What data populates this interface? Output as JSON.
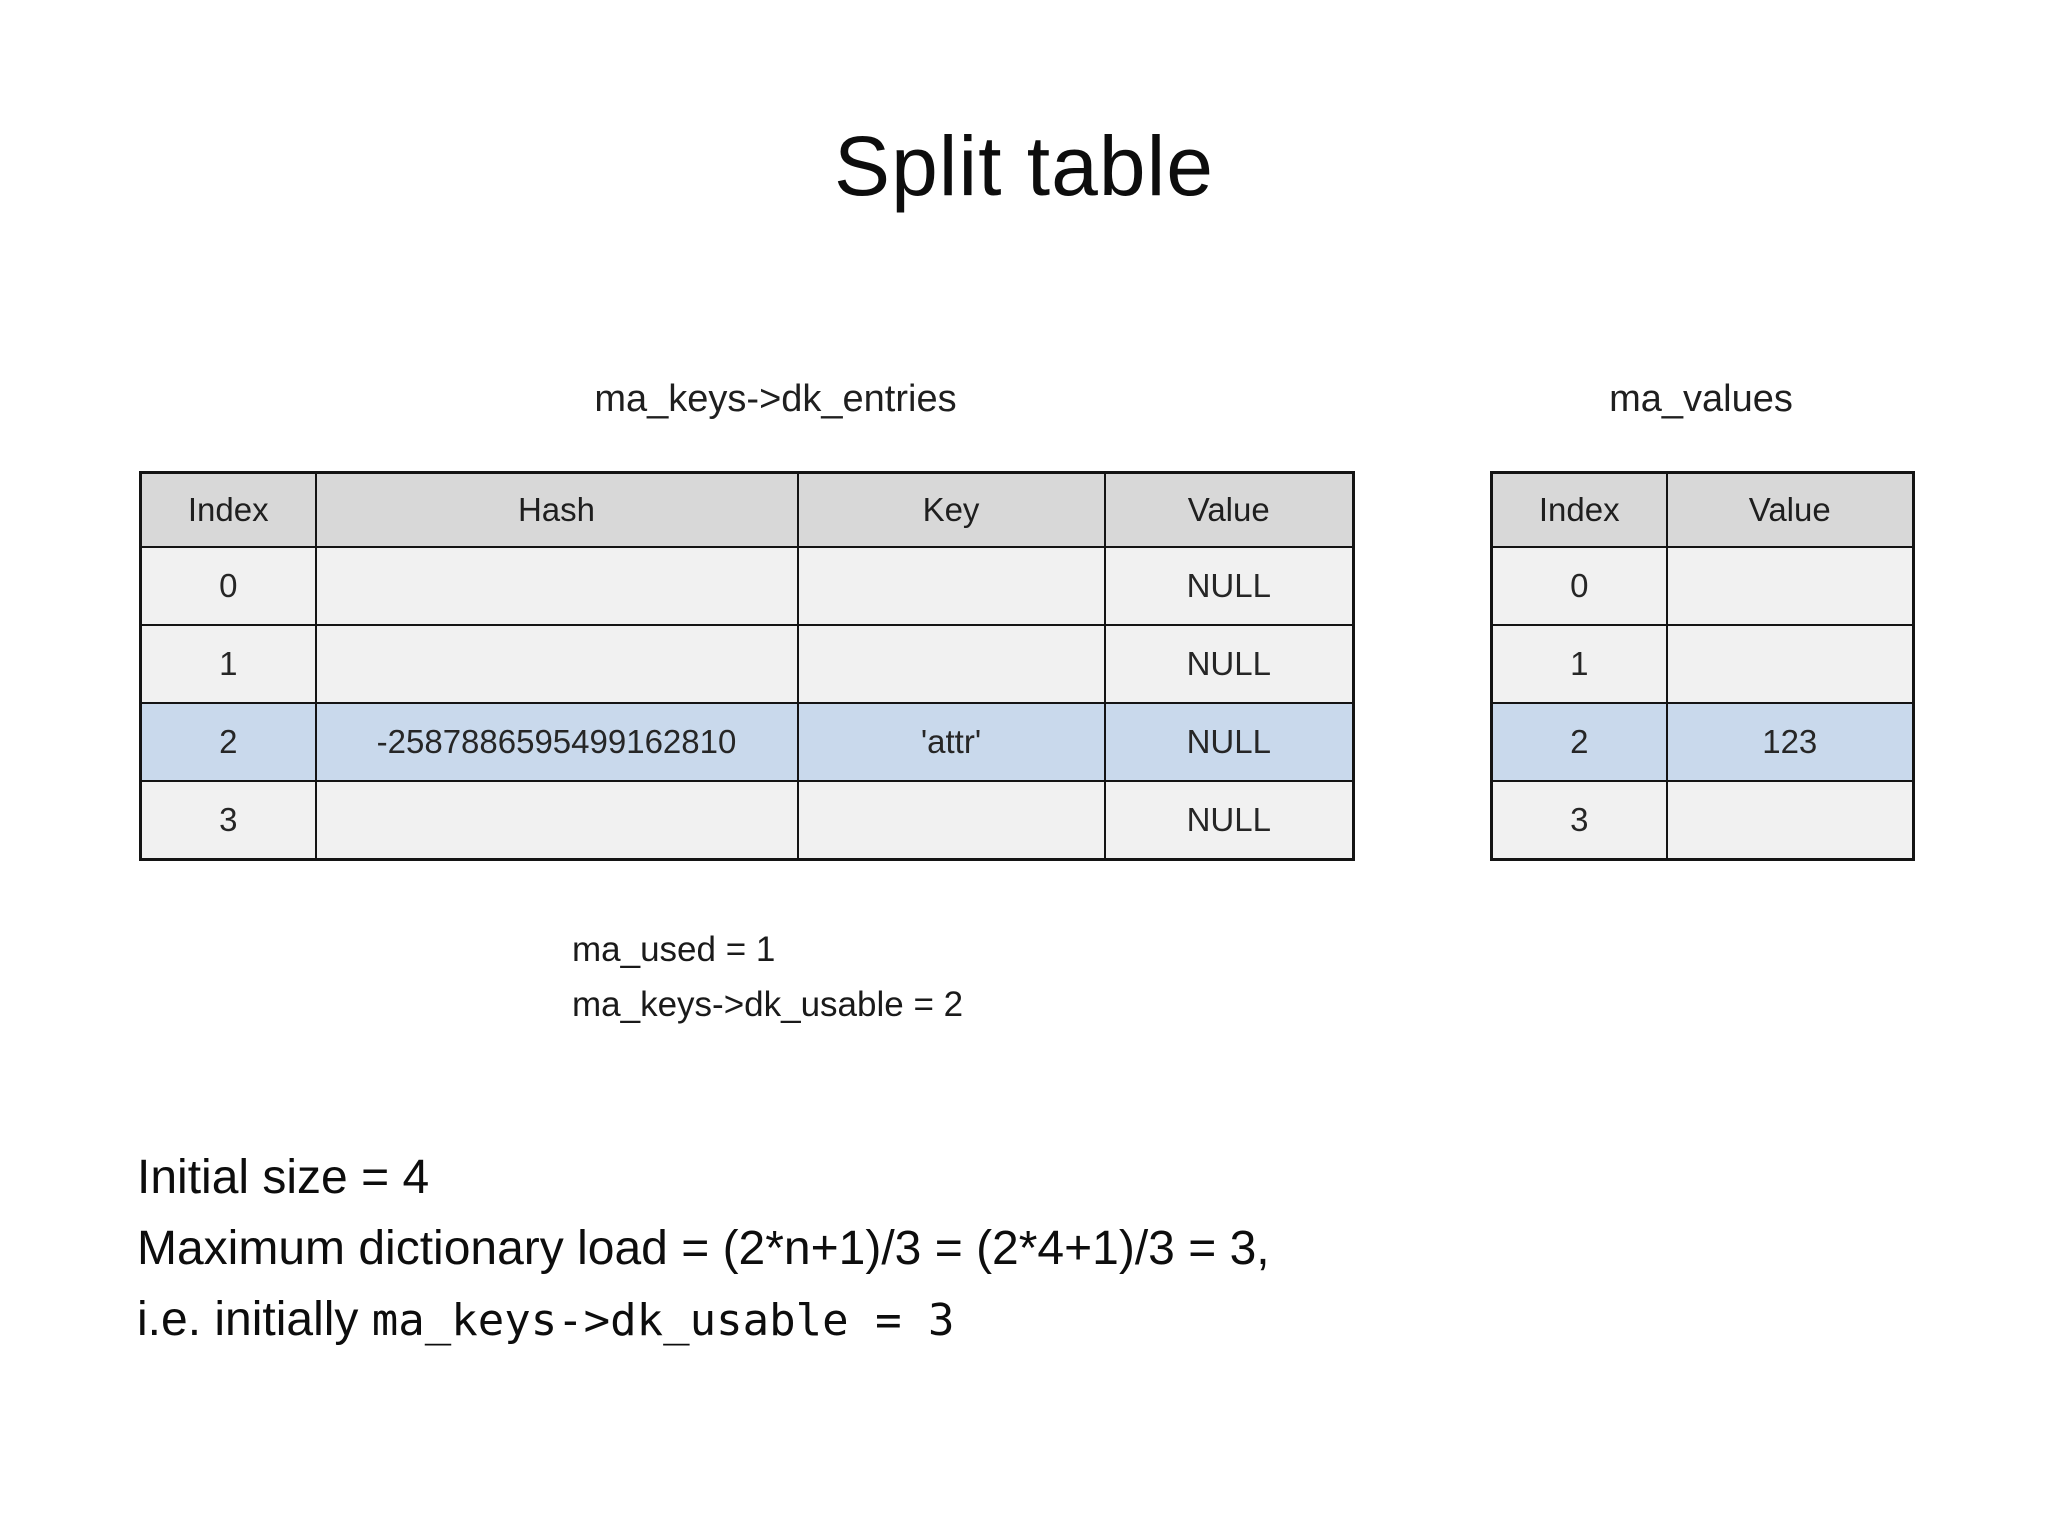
{
  "slide": {
    "title": "Split table"
  },
  "entries_table": {
    "caption": "ma_keys->dk_entries",
    "headers": [
      "Index",
      "Hash",
      "Key",
      "Value"
    ],
    "rows": [
      {
        "index": "0",
        "hash": "",
        "key": "",
        "value": "NULL",
        "highlight": false
      },
      {
        "index": "1",
        "hash": "",
        "key": "",
        "value": "NULL",
        "highlight": false
      },
      {
        "index": "2",
        "hash": "-2587886595499162810",
        "key": "'attr'",
        "value": "NULL",
        "highlight": true
      },
      {
        "index": "3",
        "hash": "",
        "key": "",
        "value": "NULL",
        "highlight": false
      }
    ]
  },
  "values_table": {
    "caption": "ma_values",
    "headers": [
      "Index",
      "Value"
    ],
    "rows": [
      {
        "index": "0",
        "value": "",
        "highlight": false
      },
      {
        "index": "1",
        "value": "",
        "highlight": false
      },
      {
        "index": "2",
        "value": "123",
        "highlight": true
      },
      {
        "index": "3",
        "value": "",
        "highlight": false
      }
    ]
  },
  "stats": {
    "ma_used": "ma_used = 1",
    "dk_usable": "ma_keys->dk_usable = 2"
  },
  "notes": {
    "initial_size": "Initial size = 4",
    "max_load": "Maximum dictionary load = (2*n+1)/3 = (2*4+1)/3 = 3,",
    "initially_prefix": "i.e. initially ",
    "initially_code": "ma_keys->dk_usable = 3"
  },
  "colors": {
    "header_bg": "#d8d8d8",
    "row_bg": "#f1f1f1",
    "highlight_bg": "#c9d9ec",
    "border": "#141414"
  }
}
